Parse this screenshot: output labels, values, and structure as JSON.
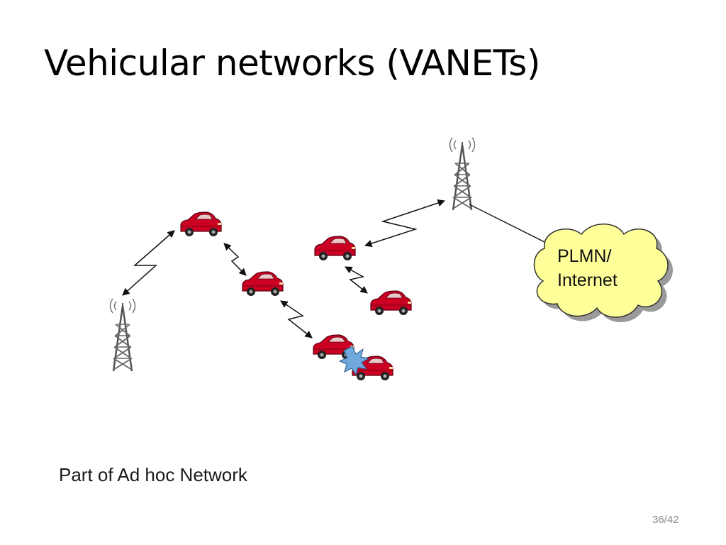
{
  "slide": {
    "title": "Vehicular networks (VANETs)",
    "caption": "Part of Ad hoc Network",
    "page_number": "36/42"
  },
  "diagram": {
    "cloud": {
      "line1": "PLMN/",
      "line2": "Internet",
      "fill_color": "#ffff99",
      "shadow_color": "#9a9a9a"
    },
    "car_color": "#cc0022",
    "collision_color": "#6fa8dc",
    "icons": [
      "cell-tower-icon",
      "car-icon",
      "collision-icon",
      "wireless-link-icon",
      "cloud-icon"
    ]
  }
}
